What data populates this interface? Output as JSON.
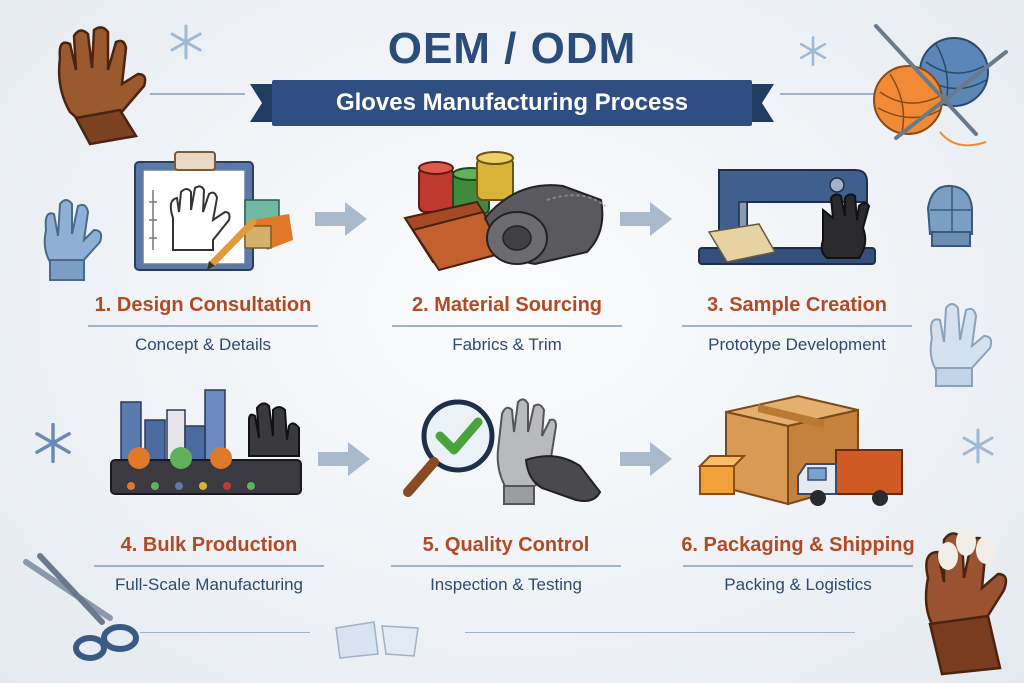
{
  "header": {
    "title": "OEM / ODM",
    "subtitle": "Gloves Manufacturing Process"
  },
  "colors": {
    "title": "#2c4c7a",
    "ribbon": "#2f4f82",
    "step_title": "#b24a22",
    "step_subtitle": "#2f4a6e",
    "arrow": "#9fb2c8"
  },
  "steps": [
    {
      "title": "1. Design Consultation",
      "subtitle": "Concept & Details",
      "icon": "clipboard-glove-sketch-icon"
    },
    {
      "title": "2. Material Sourcing",
      "subtitle": "Fabrics & Trim",
      "icon": "fabric-rolls-icon"
    },
    {
      "title": "3. Sample Creation",
      "subtitle": "Prototype Development",
      "icon": "sewing-machine-icon"
    },
    {
      "title": "4. Bulk Production",
      "subtitle": "Full-Scale Manufacturing",
      "icon": "factory-conveyor-icon"
    },
    {
      "title": "5. Quality Control",
      "subtitle": "Inspection & Testing",
      "icon": "magnifier-check-icon"
    },
    {
      "title": "6. Packaging & Shipping",
      "subtitle": "Packing & Logistics",
      "icon": "box-truck-icon"
    }
  ],
  "decorations": [
    "leather-glove-icon",
    "yarn-ball-icon",
    "knit-glove-icon",
    "scissors-icon",
    "snowflake-icon"
  ]
}
